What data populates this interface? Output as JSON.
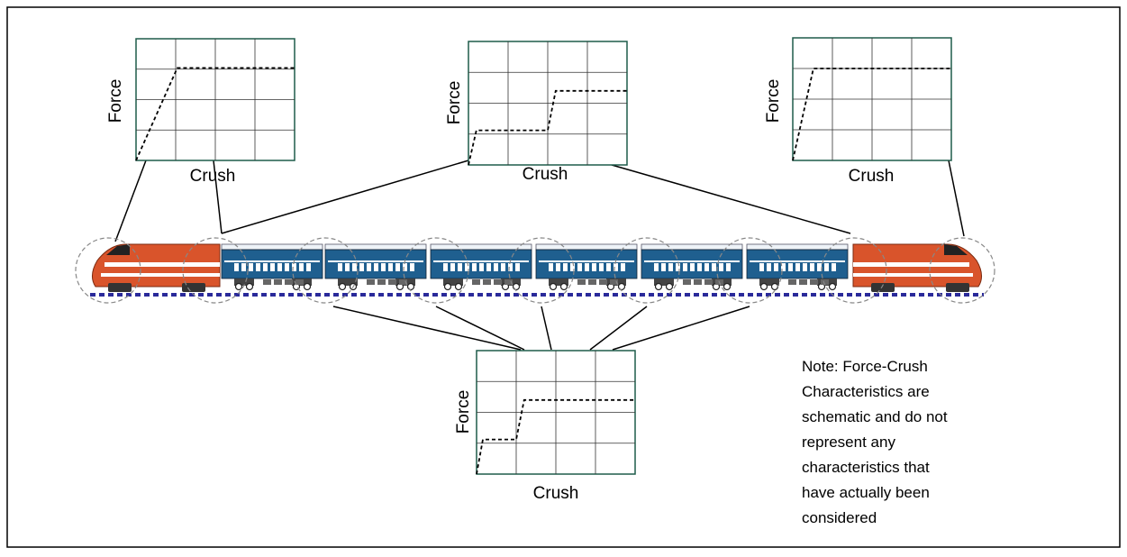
{
  "diagram": {
    "frame_color": "#000000",
    "grid_color": "#333333",
    "plot_border_color": "#1e5c4a",
    "curve_color": "#000000"
  },
  "plots": [
    {
      "id": "lead-loco-end",
      "xlabel": "Crush",
      "ylabel": "Force",
      "curve": "linear-then-plateau"
    },
    {
      "id": "coach-outer-end",
      "xlabel": "Crush",
      "ylabel": "Force",
      "curve": "two-step-plateau"
    },
    {
      "id": "trail-loco-end",
      "xlabel": "Crush",
      "ylabel": "Force",
      "curve": "linear-then-plateau"
    },
    {
      "id": "coach-inner-end",
      "xlabel": "Crush",
      "ylabel": "Force",
      "curve": "two-step-plateau"
    }
  ],
  "train": {
    "loco_color": "#d9542b",
    "loco_stripe_color": "#ffffff",
    "coach_color": "#1f5f8f",
    "coach_roof_color": "#eef3f8",
    "track_color": "#2a2a9a",
    "crush_zone_outline": "#888888"
  },
  "note": {
    "lines": [
      "Note:  Force-Crush",
      "Characteristics are",
      "schematic and do not",
      "represent any",
      "characteristics that",
      "have actually been",
      "considered"
    ]
  }
}
